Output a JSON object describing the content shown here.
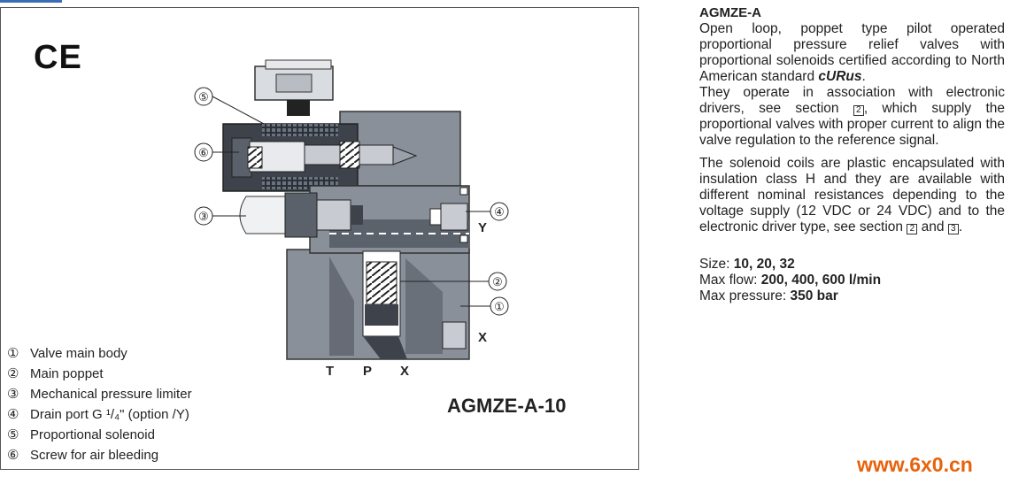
{
  "figure": {
    "ce_mark": "CE",
    "model_label": "AGMZE-A-10",
    "port_labels": {
      "T": "T",
      "P": "P",
      "X_bottom": "X",
      "X_side": "X",
      "Y": "Y"
    },
    "callouts": {
      "c5": "⑤",
      "c6": "⑥",
      "c3": "③",
      "c4": "④",
      "c2": "②",
      "c1": "①"
    },
    "legend": [
      {
        "num": "①",
        "text": "Valve main body"
      },
      {
        "num": "②",
        "text": "Main poppet"
      },
      {
        "num": "③",
        "text": "Mechanical pressure limiter"
      },
      {
        "num": "④",
        "text": "Drain port G ¹/₄\" (option /Y)"
      },
      {
        "num": "⑤",
        "text": "Proportional solenoid"
      },
      {
        "num": "⑥",
        "text": "Screw for air bleeding"
      }
    ]
  },
  "description": {
    "heading": "AGMZE-A",
    "p1_a": "Open loop, poppet type pilot operated proportional pressure relief valves with proportional solenoids certified according to North American standard ",
    "p1_cert": "cURus",
    "p1_b": ".",
    "p1_c": "They operate in association with electronic drivers, see section ",
    "p1_sec": "2",
    "p1_d": ", which supply the proportional valves with proper current to align the valve regulation to the reference signal.",
    "p2_a": "The solenoid coils are plastic encapsulated with insulation class H and they are available with different nominal resistances depending to the voltage supply (12 VDC or 24 VDC) and to the electronic driver type, see section ",
    "p2_sec1": "2",
    "p2_and": " and ",
    "p2_sec2": "3",
    "p2_end": ".",
    "size_label": "Size: ",
    "size_value": "10, 20, 32",
    "flow_label": "Max flow: ",
    "flow_value": "200, 400, 600 l/min",
    "pressure_label": "Max pressure: ",
    "pressure_value": "350 bar"
  },
  "watermark": "www.6x0.cn",
  "colors": {
    "metal_dark": "#4f5560",
    "metal_mid": "#8a909a",
    "metal_light": "#c8ccd2",
    "accent_top": "#3a6fb7",
    "watermark": "#e8620c"
  }
}
